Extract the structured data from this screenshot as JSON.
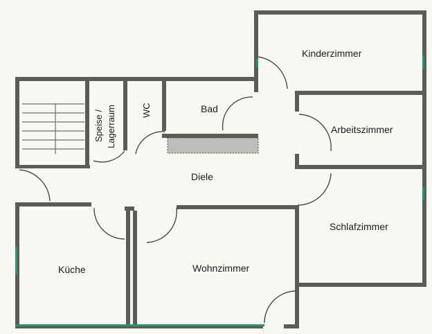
{
  "plan": {
    "rooms": {
      "kinderzimmer": "Kinderzimmer",
      "arbeitszimmer": "Arbeitszimmer",
      "bad": "Bad",
      "wc": "WC",
      "speise_line1": "Speise /",
      "speise_line2": "Lagerraum",
      "diele": "Diele",
      "schlafzimmer": "Schlafzimmer",
      "kueche": "Küche",
      "wohnzimmer": "Wohnzimmer"
    },
    "colors": {
      "wall": "#5b5c58",
      "accent": "#2e8f72",
      "paper": "#f7f8f4"
    }
  }
}
